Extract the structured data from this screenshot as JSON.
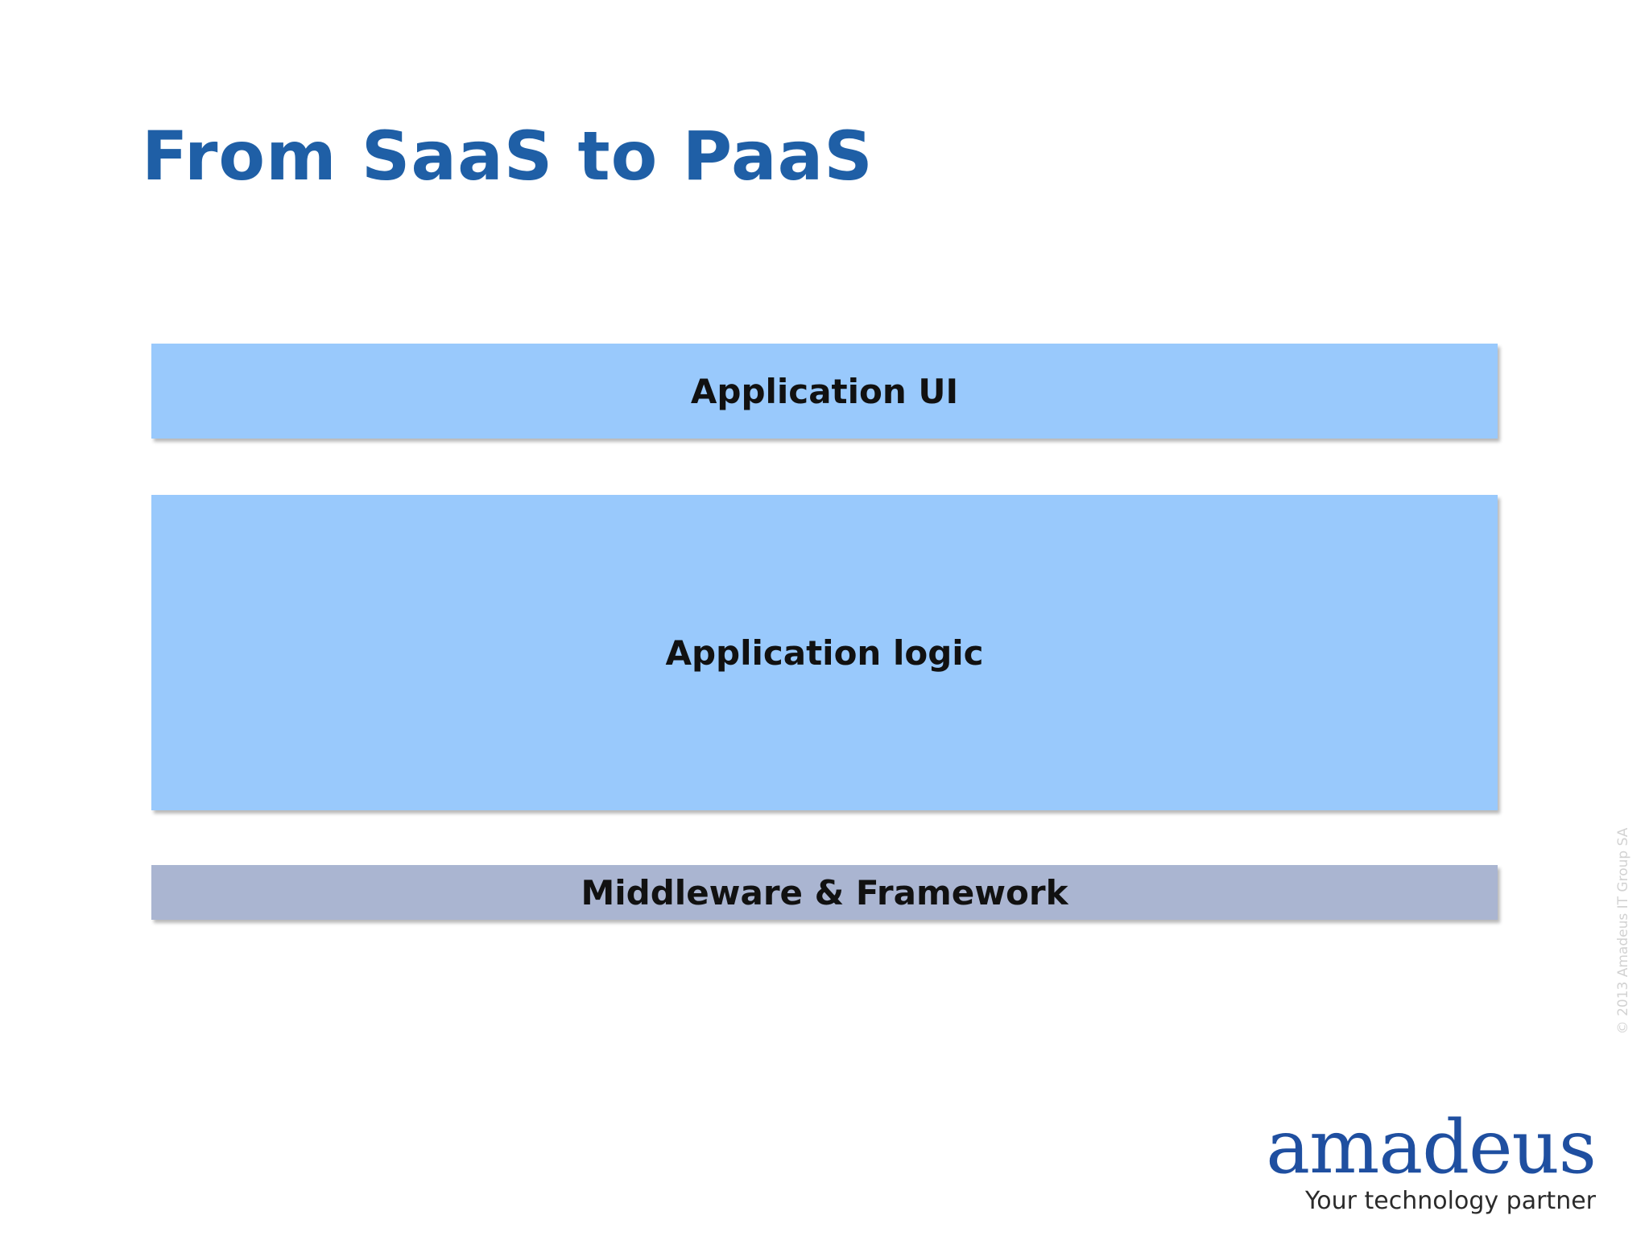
{
  "slide": {
    "title": "From SaaS to PaaS"
  },
  "layers": [
    {
      "label": "Application UI",
      "color": "#99c9fc"
    },
    {
      "label": "Application logic",
      "color": "#99c9fc"
    },
    {
      "label": "Middleware & Framework",
      "color": "#aab5d1"
    }
  ],
  "footer": {
    "copyright": "© 2013 Amadeus IT Group SA",
    "logo_word": "amadeus",
    "tagline": "Your technology partner"
  },
  "colors": {
    "title": "#1f5fa6",
    "logo": "#1f4fa0"
  }
}
